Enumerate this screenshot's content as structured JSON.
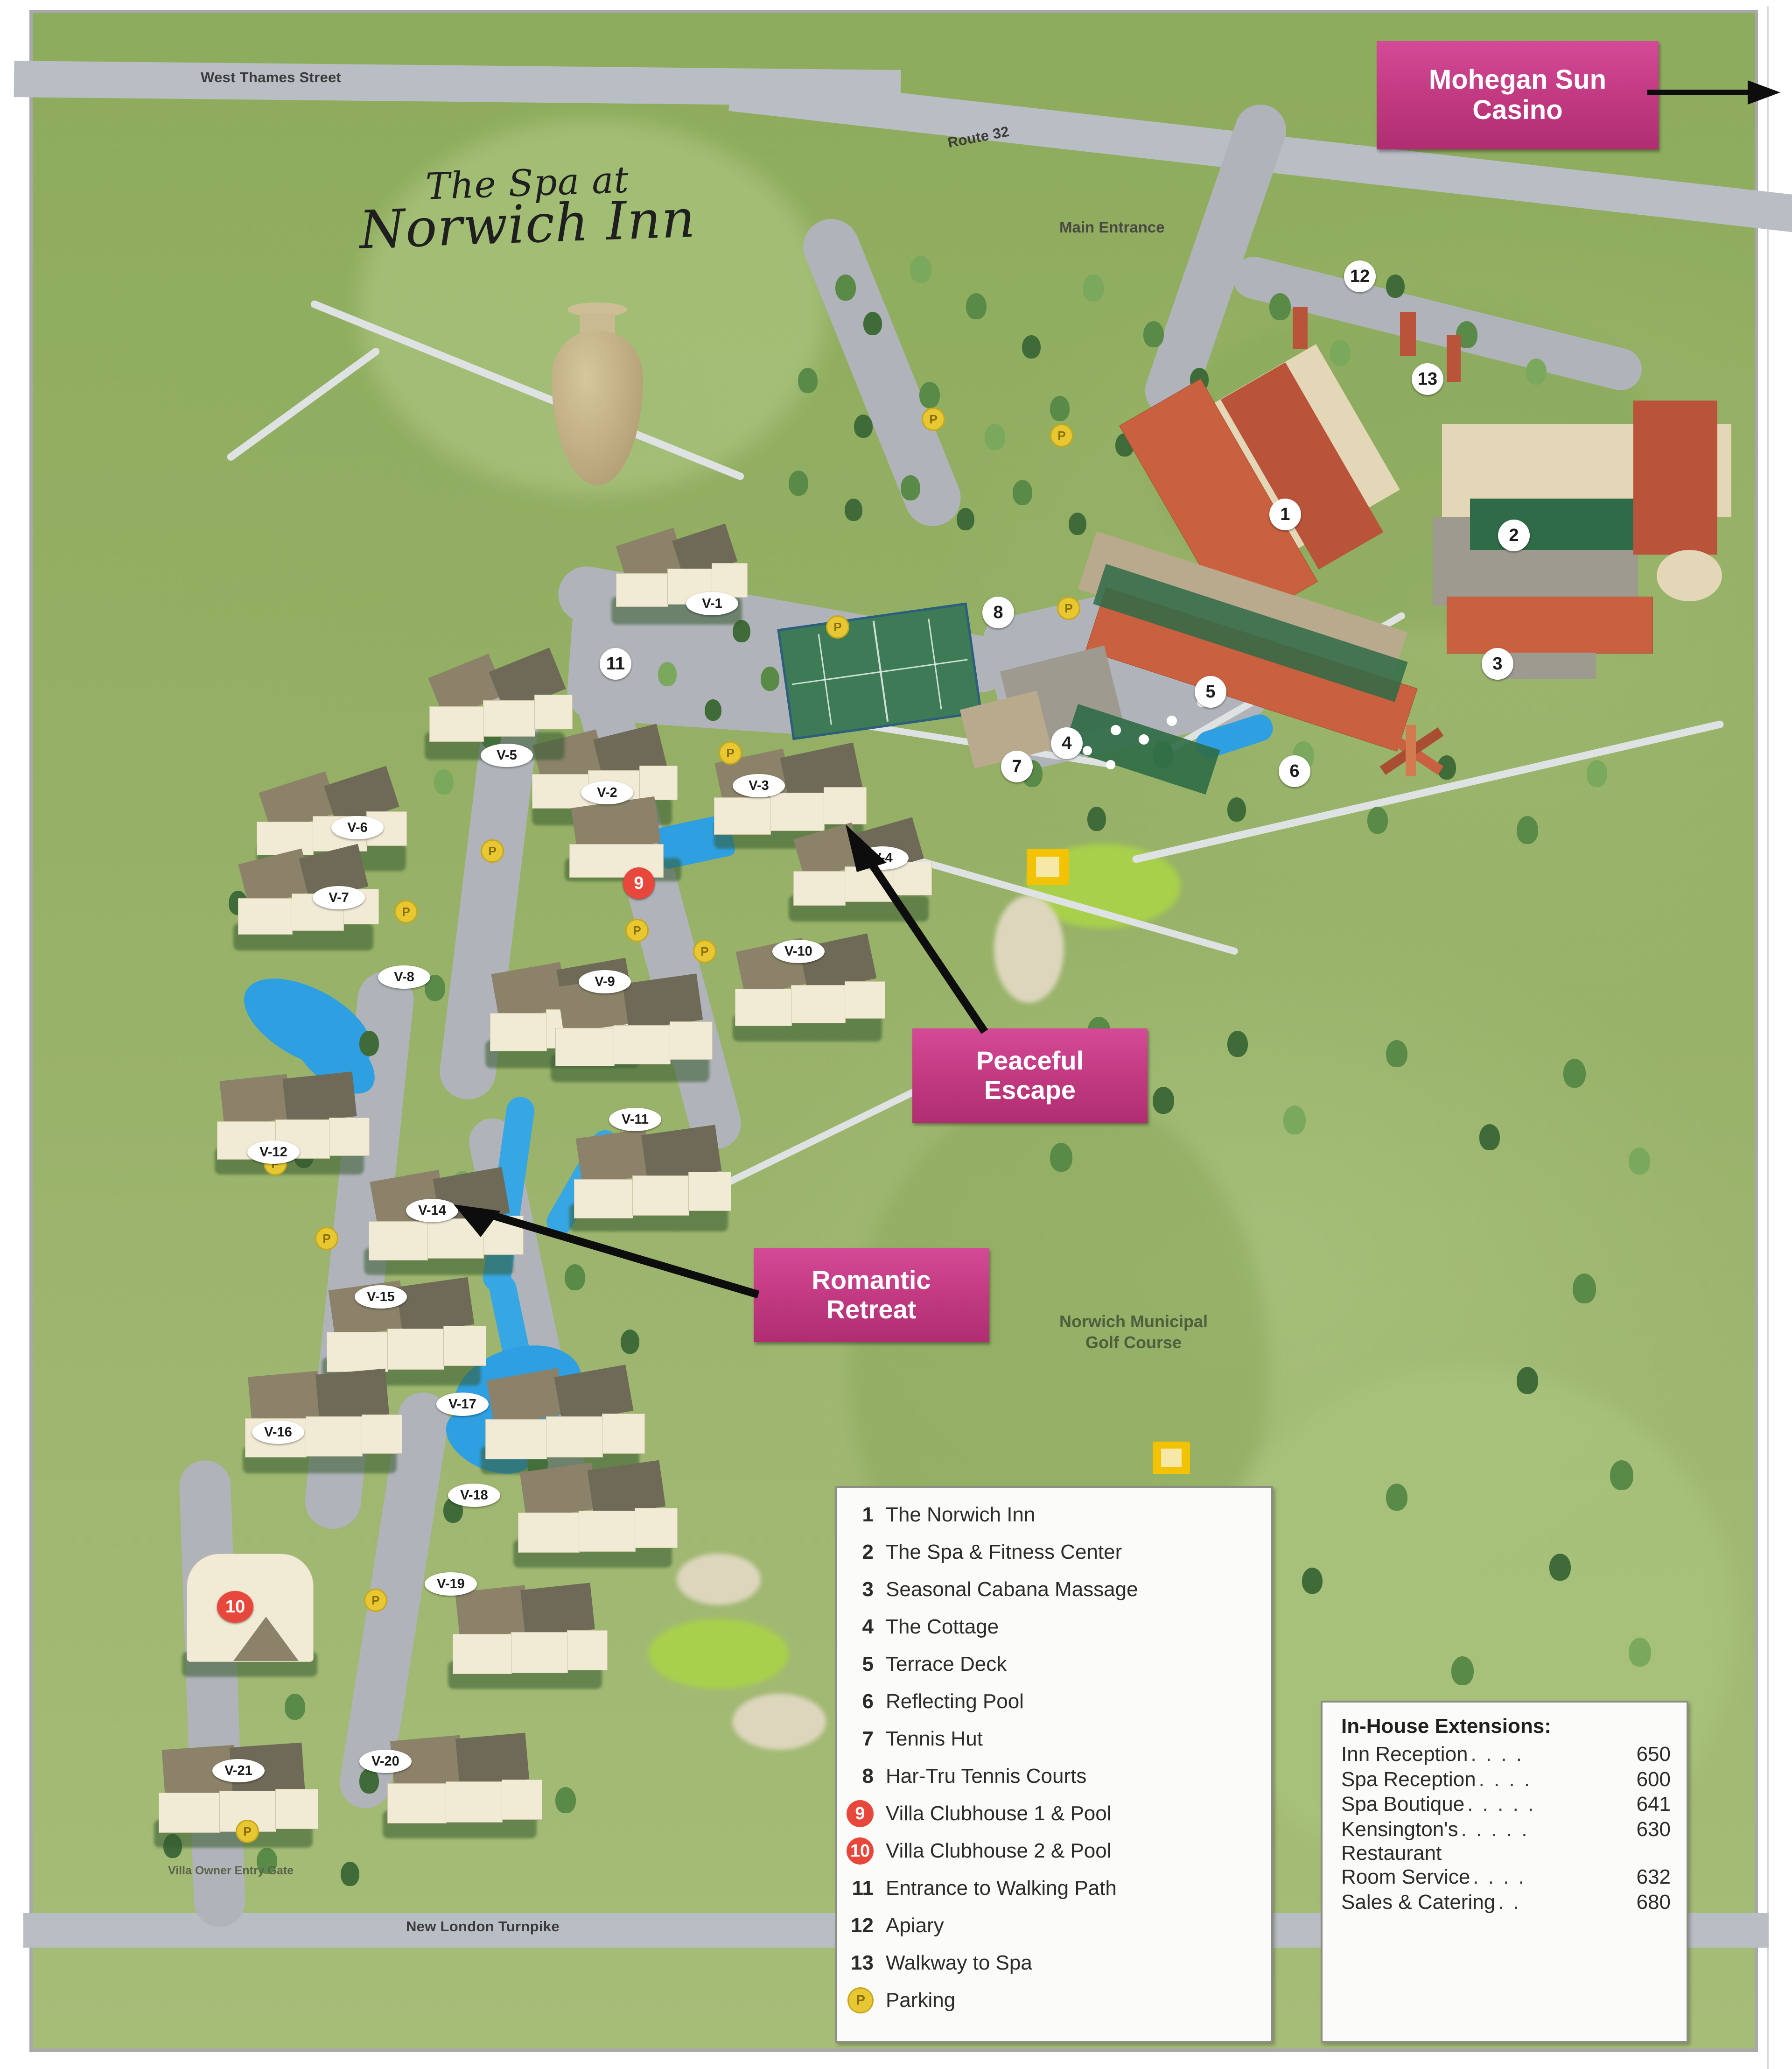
{
  "brand": {
    "logo_line1": "The Spa at",
    "logo_line2": "Norwich Inn"
  },
  "roads": [
    {
      "name": "west-thames-street",
      "label": "West Thames Street"
    },
    {
      "name": "route-32",
      "label": "Route 32"
    },
    {
      "name": "new-london-turnpike",
      "label": "New London Turnpike"
    }
  ],
  "map_labels": {
    "main_entrance": "Main Entrance",
    "golf_course_line1": "Norwich Municipal",
    "golf_course_line2": "Golf Course",
    "villa_owner_gate": "Villa Owner Entry Gate"
  },
  "callouts": [
    {
      "name": "mohegan-sun-casino",
      "line1": "Mohegan Sun",
      "line2": "Casino",
      "color": "#c0397f"
    },
    {
      "name": "peaceful-escape",
      "line1": "Peaceful",
      "line2": "Escape",
      "color": "#c0397f"
    },
    {
      "name": "romantic-retreat",
      "line1": "Romantic",
      "line2": "Retreat",
      "color": "#c0397f"
    }
  ],
  "markers": [
    {
      "id": "1",
      "style": "white"
    },
    {
      "id": "2",
      "style": "white"
    },
    {
      "id": "3",
      "style": "white"
    },
    {
      "id": "4",
      "style": "white"
    },
    {
      "id": "5",
      "style": "white"
    },
    {
      "id": "6",
      "style": "white"
    },
    {
      "id": "7",
      "style": "white"
    },
    {
      "id": "8",
      "style": "white"
    },
    {
      "id": "9",
      "style": "red"
    },
    {
      "id": "10",
      "style": "red"
    },
    {
      "id": "11",
      "style": "white"
    },
    {
      "id": "12",
      "style": "white"
    },
    {
      "id": "13",
      "style": "white"
    }
  ],
  "villa_labels": [
    "V-1",
    "V-2",
    "V-3",
    "V-4",
    "V-5",
    "V-6",
    "V-7",
    "V-8",
    "V-9",
    "V-10",
    "V-11",
    "V-12",
    "V-14",
    "V-15",
    "V-16",
    "V-17",
    "V-18",
    "V-19",
    "V-20",
    "V-21"
  ],
  "parking_symbol": "P",
  "legend": {
    "items": [
      {
        "num": "1",
        "marker": "plain",
        "label": "The Norwich Inn"
      },
      {
        "num": "2",
        "marker": "plain",
        "label": "The Spa & Fitness Center"
      },
      {
        "num": "3",
        "marker": "plain",
        "label": "Seasonal Cabana Massage"
      },
      {
        "num": "4",
        "marker": "plain",
        "label": "The Cottage"
      },
      {
        "num": "5",
        "marker": "plain",
        "label": "Terrace Deck"
      },
      {
        "num": "6",
        "marker": "plain",
        "label": "Reflecting Pool"
      },
      {
        "num": "7",
        "marker": "plain",
        "label": "Tennis Hut"
      },
      {
        "num": "8",
        "marker": "plain",
        "label": "Har-Tru Tennis Courts"
      },
      {
        "num": "9",
        "marker": "red",
        "label": "Villa Clubhouse 1 & Pool"
      },
      {
        "num": "10",
        "marker": "red",
        "label": "Villa Clubhouse 2 & Pool"
      },
      {
        "num": "11",
        "marker": "plain",
        "label": "Entrance to Walking Path"
      },
      {
        "num": "12",
        "marker": "plain",
        "label": "Apiary"
      },
      {
        "num": "13",
        "marker": "plain",
        "label": "Walkway to Spa"
      },
      {
        "num": "P",
        "marker": "parking",
        "label": "Parking"
      }
    ]
  },
  "extensions": {
    "heading": "In-House Extensions:",
    "rows": [
      {
        "name": "Inn Reception",
        "dots": ". . . .",
        "number": "650"
      },
      {
        "name": "Spa Reception",
        "dots": ". . . .",
        "number": "600"
      },
      {
        "name": "Spa Boutique",
        "dots": ". . . . .",
        "number": "641"
      },
      {
        "name": "Kensington's",
        "dots": ". . . . .",
        "number": "630"
      },
      {
        "name": "Room Service",
        "dots": ". . . .",
        "number": "632"
      },
      {
        "name": "Sales & Catering",
        "dots": ". .",
        "number": "680"
      }
    ],
    "continuation": "Restaurant"
  },
  "colors": {
    "grass": "#93af63",
    "road": "#b9bdc4",
    "magenta": "#c0397f",
    "marker_red": "#e8473c",
    "parking_yellow": "#e8c832",
    "water": "#2e9fe0",
    "brick": "#c9603f"
  }
}
